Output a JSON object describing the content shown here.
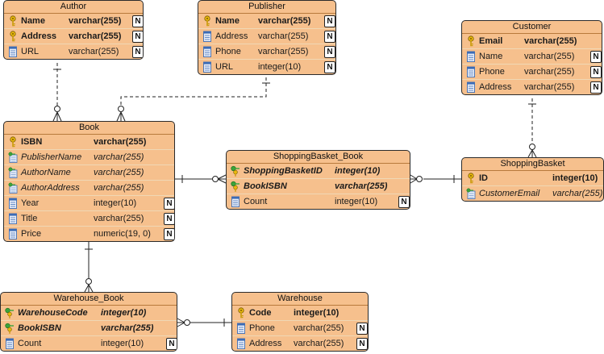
{
  "diagram": {
    "entities": [
      {
        "id": "author",
        "title": "Author",
        "attributes": [
          {
            "name": "Name",
            "type": "varchar(255)",
            "key": "pk",
            "nullable": "N"
          },
          {
            "name": "Address",
            "type": "varchar(255)",
            "key": "pk",
            "nullable": "N"
          },
          {
            "name": "URL",
            "type": "varchar(255)",
            "key": "col",
            "nullable": "N"
          }
        ]
      },
      {
        "id": "publisher",
        "title": "Publisher",
        "attributes": [
          {
            "name": "Name",
            "type": "varchar(255)",
            "key": "pk",
            "nullable": "N"
          },
          {
            "name": "Address",
            "type": "varchar(255)",
            "key": "col",
            "nullable": "N"
          },
          {
            "name": "Phone",
            "type": "varchar(255)",
            "key": "col",
            "nullable": "N"
          },
          {
            "name": "URL",
            "type": "integer(10)",
            "key": "col",
            "nullable": "N"
          }
        ]
      },
      {
        "id": "customer",
        "title": "Customer",
        "attributes": [
          {
            "name": "Email",
            "type": "varchar(255)",
            "key": "pk",
            "nullable": ""
          },
          {
            "name": "Name",
            "type": "varchar(255)",
            "key": "col",
            "nullable": "N"
          },
          {
            "name": "Phone",
            "type": "varchar(255)",
            "key": "col",
            "nullable": "N"
          },
          {
            "name": "Address",
            "type": "varchar(255)",
            "key": "col",
            "nullable": "N"
          }
        ]
      },
      {
        "id": "book",
        "title": "Book",
        "attributes": [
          {
            "name": "ISBN",
            "type": "varchar(255)",
            "key": "pk",
            "nullable": ""
          },
          {
            "name": "PublisherName",
            "type": "varchar(255)",
            "key": "fk",
            "nullable": ""
          },
          {
            "name": "AuthorName",
            "type": "varchar(255)",
            "key": "fk",
            "nullable": ""
          },
          {
            "name": "AuthorAddress",
            "type": "varchar(255)",
            "key": "fk",
            "nullable": ""
          },
          {
            "name": "Year",
            "type": "integer(10)",
            "key": "col",
            "nullable": "N"
          },
          {
            "name": "Title",
            "type": "varchar(255)",
            "key": "col",
            "nullable": "N"
          },
          {
            "name": "Price",
            "type": "numeric(19, 0)",
            "key": "col",
            "nullable": "N"
          }
        ]
      },
      {
        "id": "shoppingbasket_book",
        "title": "ShoppingBasket_Book",
        "attributes": [
          {
            "name": "ShoppingBasketID",
            "type": "integer(10)",
            "key": "pfk",
            "nullable": ""
          },
          {
            "name": "BookISBN",
            "type": "varchar(255)",
            "key": "pfk",
            "nullable": ""
          },
          {
            "name": "Count",
            "type": "integer(10)",
            "key": "col",
            "nullable": "N"
          }
        ]
      },
      {
        "id": "shoppingbasket",
        "title": "ShoppingBasket",
        "attributes": [
          {
            "name": "ID",
            "type": "integer(10)",
            "key": "pk",
            "nullable": ""
          },
          {
            "name": "CustomerEmail",
            "type": "varchar(255)",
            "key": "fk",
            "nullable": ""
          }
        ]
      },
      {
        "id": "warehouse_book",
        "title": "Warehouse_Book",
        "attributes": [
          {
            "name": "WarehouseCode",
            "type": "integer(10)",
            "key": "pfk",
            "nullable": ""
          },
          {
            "name": "BookISBN",
            "type": "varchar(255)",
            "key": "pfk",
            "nullable": ""
          },
          {
            "name": "Count",
            "type": "integer(10)",
            "key": "col",
            "nullable": "N"
          }
        ]
      },
      {
        "id": "warehouse",
        "title": "Warehouse",
        "attributes": [
          {
            "name": "Code",
            "type": "integer(10)",
            "key": "pk",
            "nullable": ""
          },
          {
            "name": "Phone",
            "type": "varchar(255)",
            "key": "col",
            "nullable": "N"
          },
          {
            "name": "Address",
            "type": "varchar(255)",
            "key": "col",
            "nullable": "N"
          }
        ]
      }
    ],
    "relationships": [
      {
        "from": "author",
        "to": "book",
        "style": "dashed",
        "cardinality": "one-to-many"
      },
      {
        "from": "publisher",
        "to": "book",
        "style": "dashed",
        "cardinality": "one-to-many"
      },
      {
        "from": "customer",
        "to": "shoppingbasket",
        "style": "dashed",
        "cardinality": "one-to-many"
      },
      {
        "from": "book",
        "to": "shoppingbasket_book",
        "style": "solid",
        "cardinality": "one-to-many"
      },
      {
        "from": "shoppingbasket",
        "to": "shoppingbasket_book",
        "style": "solid",
        "cardinality": "one-to-many"
      },
      {
        "from": "book",
        "to": "warehouse_book",
        "style": "solid",
        "cardinality": "one-to-many"
      },
      {
        "from": "warehouse",
        "to": "warehouse_book",
        "style": "solid",
        "cardinality": "one-to-many"
      }
    ],
    "colors": {
      "entity_fill": "#f6c08d",
      "border": "#2b2b2b",
      "line": "#222222"
    },
    "icons": {
      "pk": "key-icon",
      "fk": "foreign-key-icon",
      "pfk": "primary-foreign-key-icon",
      "col": "column-icon",
      "nullable": "nullable-n-icon"
    }
  }
}
